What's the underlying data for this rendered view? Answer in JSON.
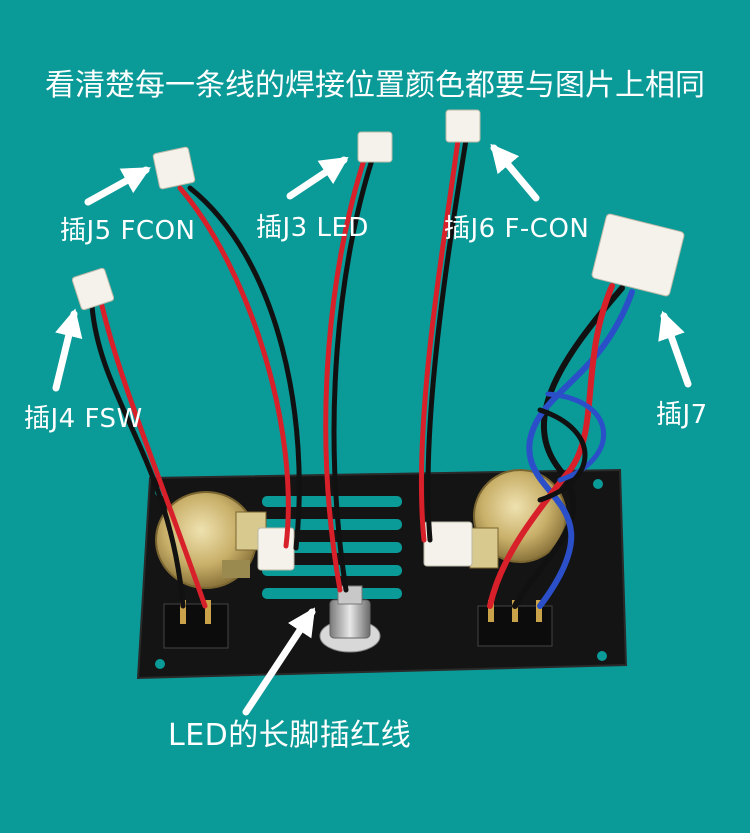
{
  "labels": {
    "title": "看清楚每一条线的焊接位置颜色都要与图片上相同",
    "j5": "插J5 FCON",
    "j3": "插J3 LED",
    "j6": "插J6 F-CON",
    "j4": "插J4 FSW",
    "j7": "插J7",
    "led_note": "LED的长脚插红线"
  },
  "colors": {
    "background": "#0a9a98",
    "panel": "#141414",
    "wire_red": "#d8202a",
    "wire_black": "#111111",
    "wire_blue": "#2a4fc8",
    "connector": "#f4f2ea",
    "pot_brass": "#c9b06a",
    "arrow": "#ffffff"
  }
}
